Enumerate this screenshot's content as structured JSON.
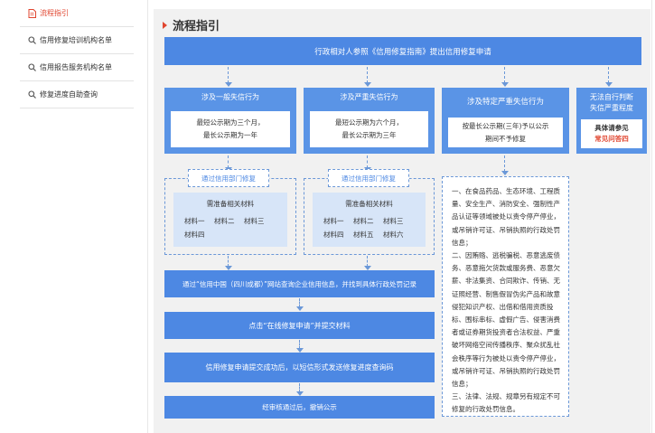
{
  "sidebar": {
    "items": [
      {
        "label": "流程指引",
        "icon": "document-icon",
        "active": true
      },
      {
        "label": "信用修复培训机构名单",
        "icon": "search-icon"
      },
      {
        "label": "信用报告服务机构名单",
        "icon": "search-icon"
      },
      {
        "label": "修复进度自助查询",
        "icon": "search-icon"
      }
    ]
  },
  "content": {
    "title": "流程指引",
    "top_box": "行政相对人参照《信用修复指南》提出信用修复申请",
    "columns": [
      {
        "header": "涉及一般失信行为",
        "lines": [
          "最短公示期为三个月，",
          "最长公示期为一年"
        ]
      },
      {
        "header": "涉及严重失信行为",
        "lines": [
          "最短公示期为六个月，",
          "最长公示期为三年"
        ]
      },
      {
        "header": "涉及特定严重失信行为",
        "lines": [
          "按最长公示期(三年)予以公示",
          "期间不予修复"
        ]
      },
      {
        "header_lines": [
          "无法自行判断",
          "失信严重程度"
        ],
        "lines": [
          "具体请参见"
        ],
        "red": "常见问答四"
      }
    ],
    "approval_tag": "通过信用部门修复",
    "materials": {
      "title": "需准备相关材料",
      "left_row1": [
        "材料一",
        "材料二",
        "材料三"
      ],
      "left_row2": [
        "材料四"
      ],
      "right_row1": [
        "材料一",
        "材料二",
        "材料三"
      ],
      "right_row2": [
        "材料四",
        "材料五",
        "材料六"
      ]
    },
    "long_text": [
      "一、在食品药品、生态环境、工程质量、安全生产、消防安全、强制性产品认证等领域被处以责令停产停业，或吊销许可证、吊销执照的行政处罚信息；",
      "二、因贿赂、逃税骗税、恶意逃废债务、恶意拖欠货款或服务费、恶意欠薪、非法集资、合同欺诈、传销、无证照经营、制售假冒伪劣产品和故意侵犯知识产权、出借和借用资质投标、围标串标、虚假广告、侵害消费者或证券期货投资者合法权益、严重破坏网络空间传播秩序、聚众扰乱社会秩序等行为被处以责令停产停业，或吊销许可证、吊销执照的行政处罚信息；",
      "三、法律、法规、规章另有规定不可修复的行政处罚信息。"
    ],
    "step1": "通过“信用中国（四川成都）”网站查询企业信用信息，并找到具体行政处罚记录",
    "step2": "点击“在线修复申请”并提交材料",
    "step3": "信用修复申请提交成功后，以短信形式发送修复进度查询码",
    "step4": "经审核通过后，撤销公示"
  }
}
